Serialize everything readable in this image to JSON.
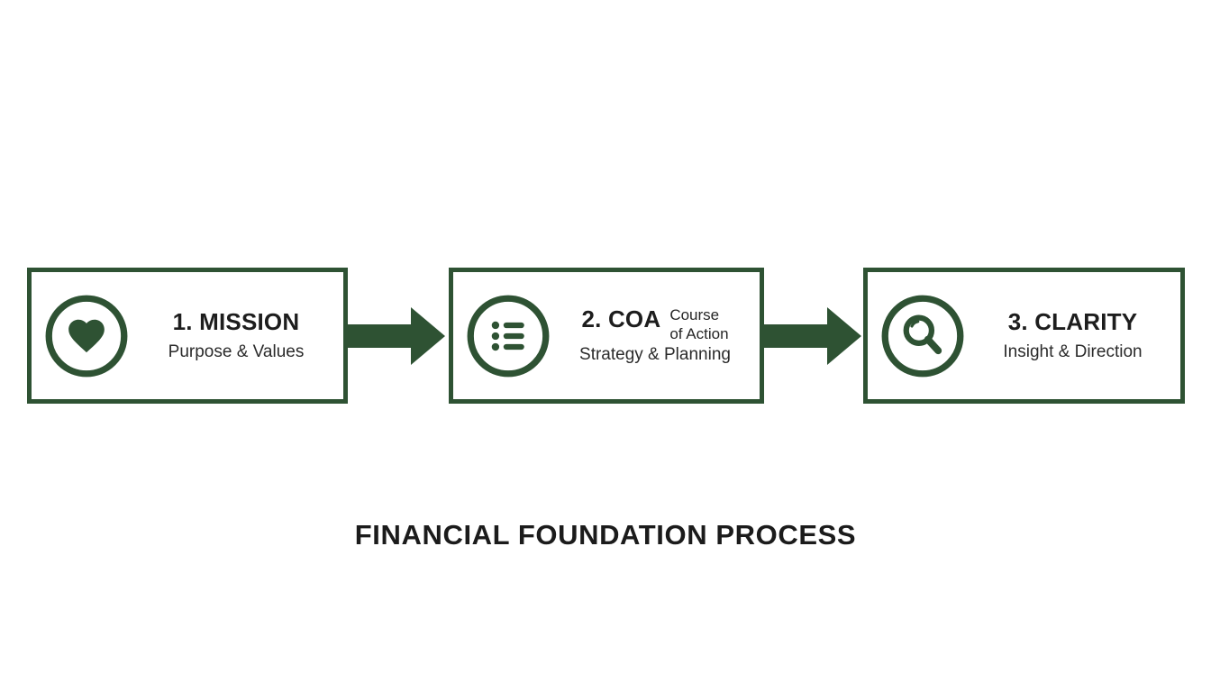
{
  "title": "FINANCIAL FOUNDATION PROCESS",
  "colors": {
    "brand_green": "#2e5233",
    "text_dark": "#1d1d1d",
    "background": "#ffffff"
  },
  "steps": [
    {
      "id": "mission",
      "icon": "heart-icon",
      "heading": "1. MISSION",
      "subtitle": "Purpose & Values"
    },
    {
      "id": "coa",
      "icon": "list-icon",
      "heading": "2. COA",
      "note_line1": "Course",
      "note_line2": "of Action",
      "subtitle": "Strategy & Planning"
    },
    {
      "id": "clarity",
      "icon": "search-icon",
      "heading": "3. CLARITY",
      "subtitle": "Insight & Direction"
    }
  ]
}
